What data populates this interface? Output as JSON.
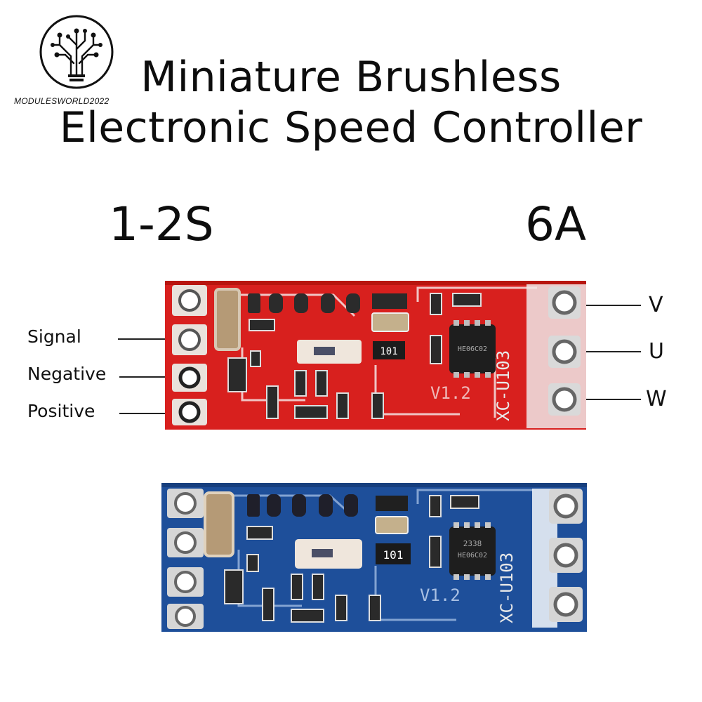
{
  "brand": {
    "watermark": "MODULESWORLD2022"
  },
  "title": {
    "line1": "Miniature Brushless",
    "line2": "Electronic Speed Controller"
  },
  "specs": {
    "cells": "1-2S",
    "current": "6A"
  },
  "pins": {
    "signal": "Signal",
    "negative": "Negative",
    "positive": "Positive"
  },
  "phases": {
    "v": "V",
    "u": "U",
    "w": "W"
  },
  "board_markings": {
    "resistor": "101",
    "version": "V1.2",
    "chip_red": "HE06C02",
    "chip_blue_top": "2338",
    "chip_blue_bottom": "HE06C02",
    "side_text": "XC-U103"
  },
  "colors": {
    "red_pcb": "#d8201e",
    "blue_pcb": "#1e4f9a"
  }
}
